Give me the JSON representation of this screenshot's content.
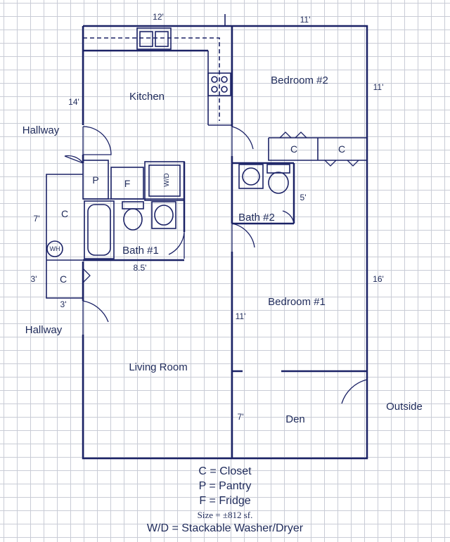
{
  "rooms": {
    "kitchen": "Kitchen",
    "bedroom2": "Bedroom #2",
    "bedroom1": "Bedroom #1",
    "bath1": "Bath #1",
    "bath2": "Bath #2",
    "living_room": "Living Room",
    "den": "Den"
  },
  "outside_labels": {
    "hallway_upper": "Hallway",
    "hallway_lower": "Hallway",
    "outside": "Outside"
  },
  "dimensions": {
    "top_left": "12'",
    "top_right": "11'",
    "right_upper": "11'",
    "kitchen_left": "14'",
    "closet_left": "7'",
    "closet_small_left": "3'",
    "closet_small_bottom": "3'",
    "bath1_bottom": "8.5'",
    "bath2_side": "5'",
    "right_lower": "16'",
    "center_upper": "11'",
    "center_lower": "7'"
  },
  "fixtures": {
    "closet": "C",
    "pantry": "P",
    "fridge": "F",
    "water_heater": "WH",
    "washer_dryer": "W/D"
  },
  "legend": {
    "closet": "C = Closet",
    "pantry": "P = Pantry",
    "fridge": "F = Fridge",
    "size": "Size = ±812 sf.",
    "washer_dryer": "W/D = Stackable Washer/Dryer"
  }
}
